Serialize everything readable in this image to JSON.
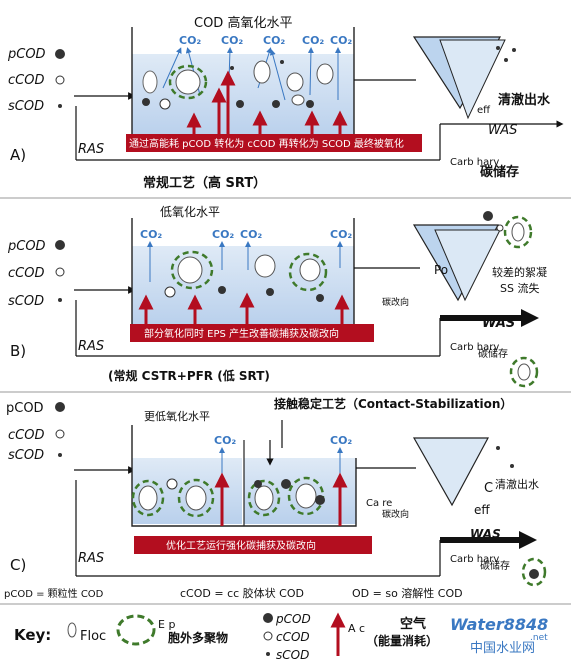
{
  "panels": {
    "a": {
      "letter": "A)",
      "header": "COD 高氧化水平",
      "co2": "CO₂",
      "caption": "常规工艺（高 SRT）",
      "red_label": "通过高能耗 pCOD 转化为 cCOD 再转化为 SCOD 最终被氧化",
      "effluent": "清澈出水",
      "was": "WAS",
      "storage": "碳储存",
      "ras": "RAS",
      "clarifier_cut": "Carb harv",
      "eff_cut": "eff"
    },
    "b": {
      "letter": "B)",
      "header": "低氧化水平",
      "caption": "(常规 CSTR+PFR (低 SRT)",
      "red_label": "部分氧化同时 EPS 产生改善碳捕获及碳改向",
      "effluent": "较差的絮凝",
      "effluent2": "SS 流失",
      "was": "WAS",
      "storage": "碳储存",
      "redirect": "碳改向",
      "ras": "RAS",
      "clarifier_cut": "Carb harv",
      "po_cut": "Po"
    },
    "c": {
      "letter": "C)",
      "header": "更低氧化水平",
      "title": "接触稳定工艺（Contact-Stabilization）",
      "red_label": "优化工艺运行强化碳捕获及碳改向",
      "effluent": "清澈出水",
      "was": "WAS",
      "storage": "碳储存",
      "redirect": "碳改向",
      "ras": "RAS",
      "clarifier_cut": "Carb harv",
      "eff_cut": "eff",
      "c_cut": "C",
      "ca_cut": "Ca re"
    }
  },
  "side_labels": {
    "pcod": "pCOD",
    "ccod": "cCOD",
    "scod": "sCOD"
  },
  "definitions": {
    "pcod": "pCOD = 颗粒性 COD",
    "ccod": "cCOD = cc 胶体状 COD",
    "scod": "OD = so 溶解性 COD"
  },
  "key": {
    "title": "Key:",
    "floc": "Floc",
    "eps": "胞外多聚物",
    "eps_cut": "E p",
    "pcod": "pCOD",
    "ccod": "cCOD",
    "scod": "sCOD",
    "air": "空气",
    "energy": "（能量消耗）",
    "arrow_cut": "A c"
  },
  "watermark": {
    "brand": "Water8848",
    "sub": "中国水业网",
    "sub2": ".net"
  },
  "colors": {
    "tank": "#cfe0f3",
    "red": "#b30e1f",
    "blue": "#3a78c2",
    "eps": "#3f7a2b"
  }
}
